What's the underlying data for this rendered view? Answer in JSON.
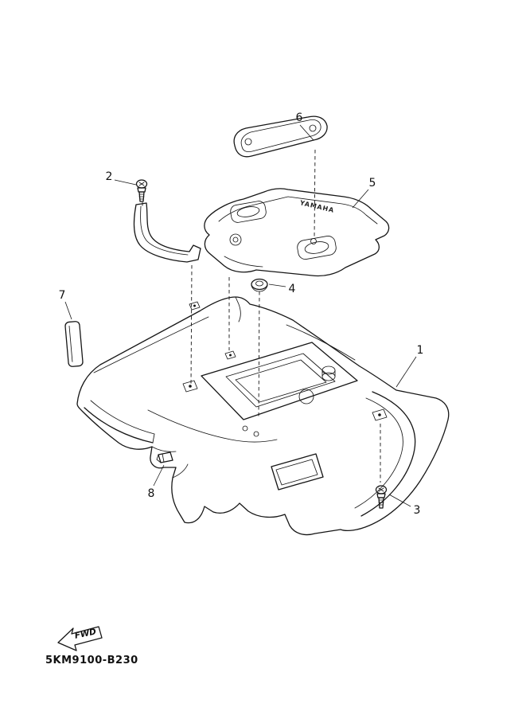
{
  "page": {
    "background": "#ffffff",
    "line_color": "#161616"
  },
  "diagram": {
    "part_code": "5KM9100-B230",
    "fwd_label": "FWD",
    "brand_label": "YAMAHA",
    "callouts": [
      {
        "label": "1"
      },
      {
        "label": "2"
      },
      {
        "label": "3"
      },
      {
        "label": "4"
      },
      {
        "label": "5"
      },
      {
        "label": "6"
      },
      {
        "label": "7"
      },
      {
        "label": "8"
      }
    ]
  }
}
